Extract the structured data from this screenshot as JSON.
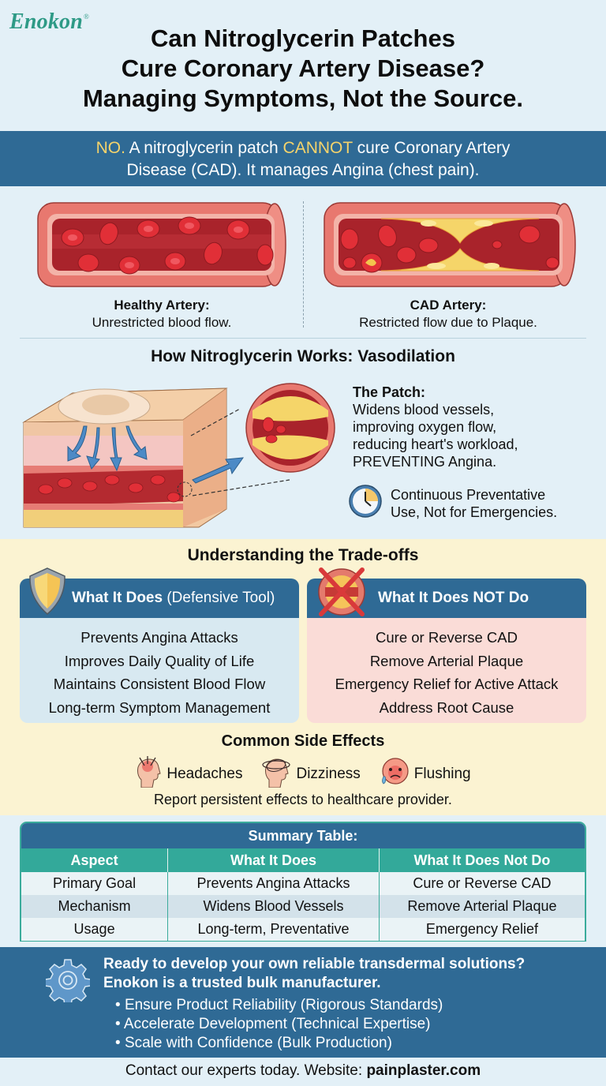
{
  "brand": {
    "name": "Enokon",
    "mark": "®",
    "color": "#2e9a86"
  },
  "title": {
    "lines": [
      "Can Nitroglycerin Patches",
      "Cure Coronary Artery Disease?",
      "Managing Symptoms, Not the Source."
    ]
  },
  "banner": {
    "no": "NO.",
    "part1": " A nitroglycerin patch ",
    "cannot": "CANNOT",
    "part2": " cure Coronary Artery",
    "line2": "Disease (CAD). It manages Angina (chest pain).",
    "highlight_color": "#f5d36b",
    "bg_color": "#2f6a95"
  },
  "arteries": {
    "healthy": {
      "title": "Healthy Artery:",
      "desc": "Unrestricted blood flow."
    },
    "cad": {
      "title": "CAD Artery:",
      "desc": "Restricted flow due to Plaque."
    }
  },
  "how": {
    "heading": "How Nitroglycerin Works: Vasodilation",
    "patch_title": "The Patch:",
    "patch_lines": [
      "Widens blood vessels,",
      "improving oxygen flow,",
      "reducing heart's workload,",
      "PREVENTING Angina."
    ],
    "clock_icon": "clock-icon",
    "usage_lines": [
      "Continuous Preventative",
      "Use, Not for Emergencies."
    ]
  },
  "tradeoffs": {
    "heading": "Understanding the Trade-offs",
    "does": {
      "title_bold": "What It Does",
      "title_rest": " (Defensive Tool)",
      "icon": "shield-icon",
      "items": [
        "Prevents Angina Attacks",
        "Improves Daily Quality of Life",
        "Maintains Consistent Blood Flow",
        "Long-term Symptom Management"
      ]
    },
    "does_not": {
      "title": "What It Does NOT Do",
      "icon": "crossed-out-icon",
      "items": [
        "Cure or Reverse CAD",
        "Remove Arterial Plaque",
        "Emergency Relief for Active Attack",
        "Address Root Cause"
      ]
    }
  },
  "side_effects": {
    "heading": "Common Side Effects",
    "items": [
      {
        "label": "Headaches",
        "icon": "headache-icon"
      },
      {
        "label": "Dizziness",
        "icon": "dizziness-icon"
      },
      {
        "label": "Flushing",
        "icon": "flushing-face-icon"
      }
    ],
    "note": "Report persistent effects to healthcare provider."
  },
  "summary_table": {
    "title": "Summary Table:",
    "columns": [
      "Aspect",
      "What It Does",
      "What It Does Not Do"
    ],
    "rows": [
      [
        "Primary Goal",
        "Prevents Angina Attacks",
        "Cure or Reverse CAD"
      ],
      [
        "Mechanism",
        "Widens Blood Vessels",
        "Remove Arterial Plaque"
      ],
      [
        "Usage",
        "Long-term, Preventative",
        "Emergency Relief"
      ]
    ]
  },
  "cta": {
    "icon": "gear-icon",
    "heading_lines": [
      "Ready to develop your own reliable transdermal solutions?",
      "Enokon is a trusted bulk manufacturer."
    ],
    "bullets": [
      "Ensure Product Reliability (Rigorous Standards)",
      "Accelerate Development (Technical Expertise)",
      "Scale with Confidence (Bulk Production)"
    ]
  },
  "contact": {
    "text": "Contact our experts today. Website: ",
    "website": "painplaster.com"
  }
}
